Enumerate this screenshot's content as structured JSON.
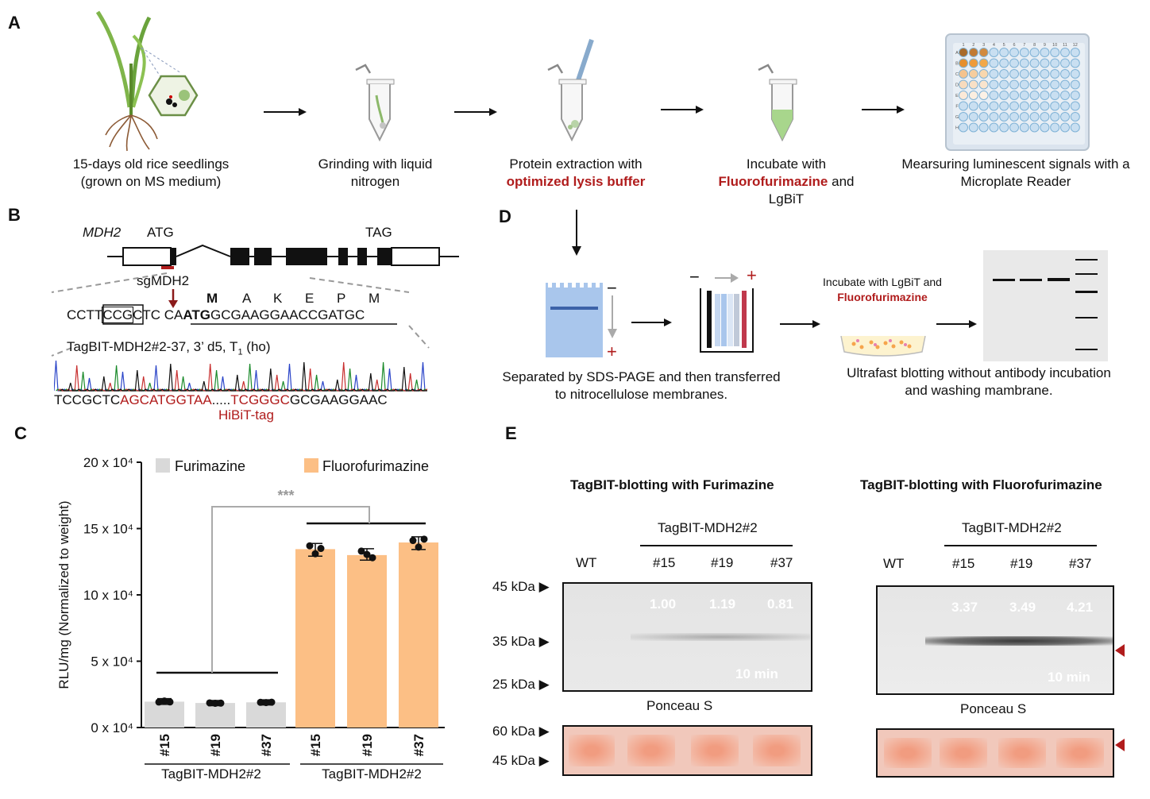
{
  "panels": {
    "a": "A",
    "b": "B",
    "c": "C",
    "d": "D",
    "e": "E"
  },
  "workflow": {
    "step1_l1": "15-days old rice seedlings",
    "step1_l2": "(grown on MS medium)",
    "step2_l1": "Grinding with liquid",
    "step2_l2": "nitrogen",
    "step3_l1": "Protein extraction with",
    "step3_l2": "optimized lysis buffer",
    "step4_l1": "Incubate with",
    "step4_red": "Fluorofurimazine",
    "step4_and": "and",
    "step4_l3": "LgBiT",
    "step5_l1": "Mearsuring luminescent signals with a",
    "step5_l2": "Microplate Reader",
    "plate_cols": [
      "1",
      "2",
      "3",
      "4",
      "5",
      "6",
      "7",
      "8",
      "9",
      "10",
      "11",
      "12"
    ],
    "plate_rows": [
      "A",
      "B",
      "C",
      "D",
      "E",
      "F",
      "G",
      "H"
    ]
  },
  "gene": {
    "name": "MDH2",
    "atg": "ATG",
    "tag": "TAG",
    "sg": "sgMDH2",
    "aa": [
      "M",
      "A",
      "K",
      "E",
      "P",
      "M"
    ],
    "seq_a": "CCTT",
    "seq_box1": "CCG",
    "seq_b": "CTC CA",
    "seq_atg": "ATG",
    "seq_c": "GCGAAGGAACCGATGC",
    "line_title": "TagBIT-MDH2#2-37, 3’ d5, T",
    "line_sub": "1",
    "line_tail": " (ho)",
    "read_a": "TCCGCTC",
    "read_red1": "AGCATGGTAA",
    "read_dots": ".....",
    "read_red2": "TCGGGC",
    "read_b": "GCGAAGGAAC",
    "hibit": "HiBiT-tag"
  },
  "chart_data": {
    "type": "bar",
    "ylabel": "RLU/mg (Normalized to weight)",
    "ytick_labels": [
      "0 x 10⁴",
      "5 x 10⁴",
      "10 x 10⁴",
      "15 x 10⁴",
      "20 x 10⁴"
    ],
    "ylim": [
      0,
      200000
    ],
    "categories": [
      "#15",
      "#19",
      "#37",
      "#15",
      "#19",
      "#37"
    ],
    "series": [
      {
        "name": "Furimazine",
        "color": "#d9d9d9",
        "values": [
          19500,
          18500,
          19000,
          null,
          null,
          null
        ],
        "points": [
          [
            19200,
            20000,
            19300
          ],
          [
            18600,
            18300,
            18400
          ],
          [
            19000,
            18800,
            19100
          ]
        ]
      },
      {
        "name": "Fluorofurimazine",
        "color": "#fcbf85",
        "values": [
          null,
          null,
          null,
          134500,
          130000,
          139500
        ],
        "points": [
          [
            null
          ],
          [
            null
          ],
          [
            null
          ],
          [
            137000,
            131000,
            135000
          ],
          [
            133000,
            130500,
            128000
          ],
          [
            141000,
            136000,
            142000
          ]
        ]
      }
    ],
    "group_label_1": "TagBIT-MDH2#2",
    "group_label_2": "TagBIT-MDH2#2",
    "significance": "***",
    "legend": "top"
  },
  "blotting": {
    "sds_caption_l1": "Separated by SDS-PAGE and then transferred",
    "sds_caption_l2": "to nitrocellulose membranes.",
    "inc_l1": "Incubate with LgBiT and",
    "inc_red": "Fluorofurimazine",
    "ultra_l1": "Ultrafast blotting without antibody incubation",
    "ultra_l2": "and washing mambrane.",
    "minus": "−",
    "plus": "+"
  },
  "westerns": {
    "furi_title": "TagBIT-blotting with Furimazine",
    "fluoro_title": "TagBIT-blotting with Fluorofurimazine",
    "group": "TagBIT-MDH2#2",
    "lanes": [
      "WT",
      "#15",
      "#19",
      "#37"
    ],
    "furi_values": [
      "1.00",
      "1.19",
      "0.81"
    ],
    "fluoro_values": [
      "3.37",
      "3.49",
      "4.21"
    ],
    "time": "10 min",
    "ponceau": "Ponceau S",
    "kda_main": [
      "45 kDa",
      "35 kDa",
      "25 kDa"
    ],
    "kda_pon": [
      "60 kDa",
      "45 kDa"
    ]
  }
}
